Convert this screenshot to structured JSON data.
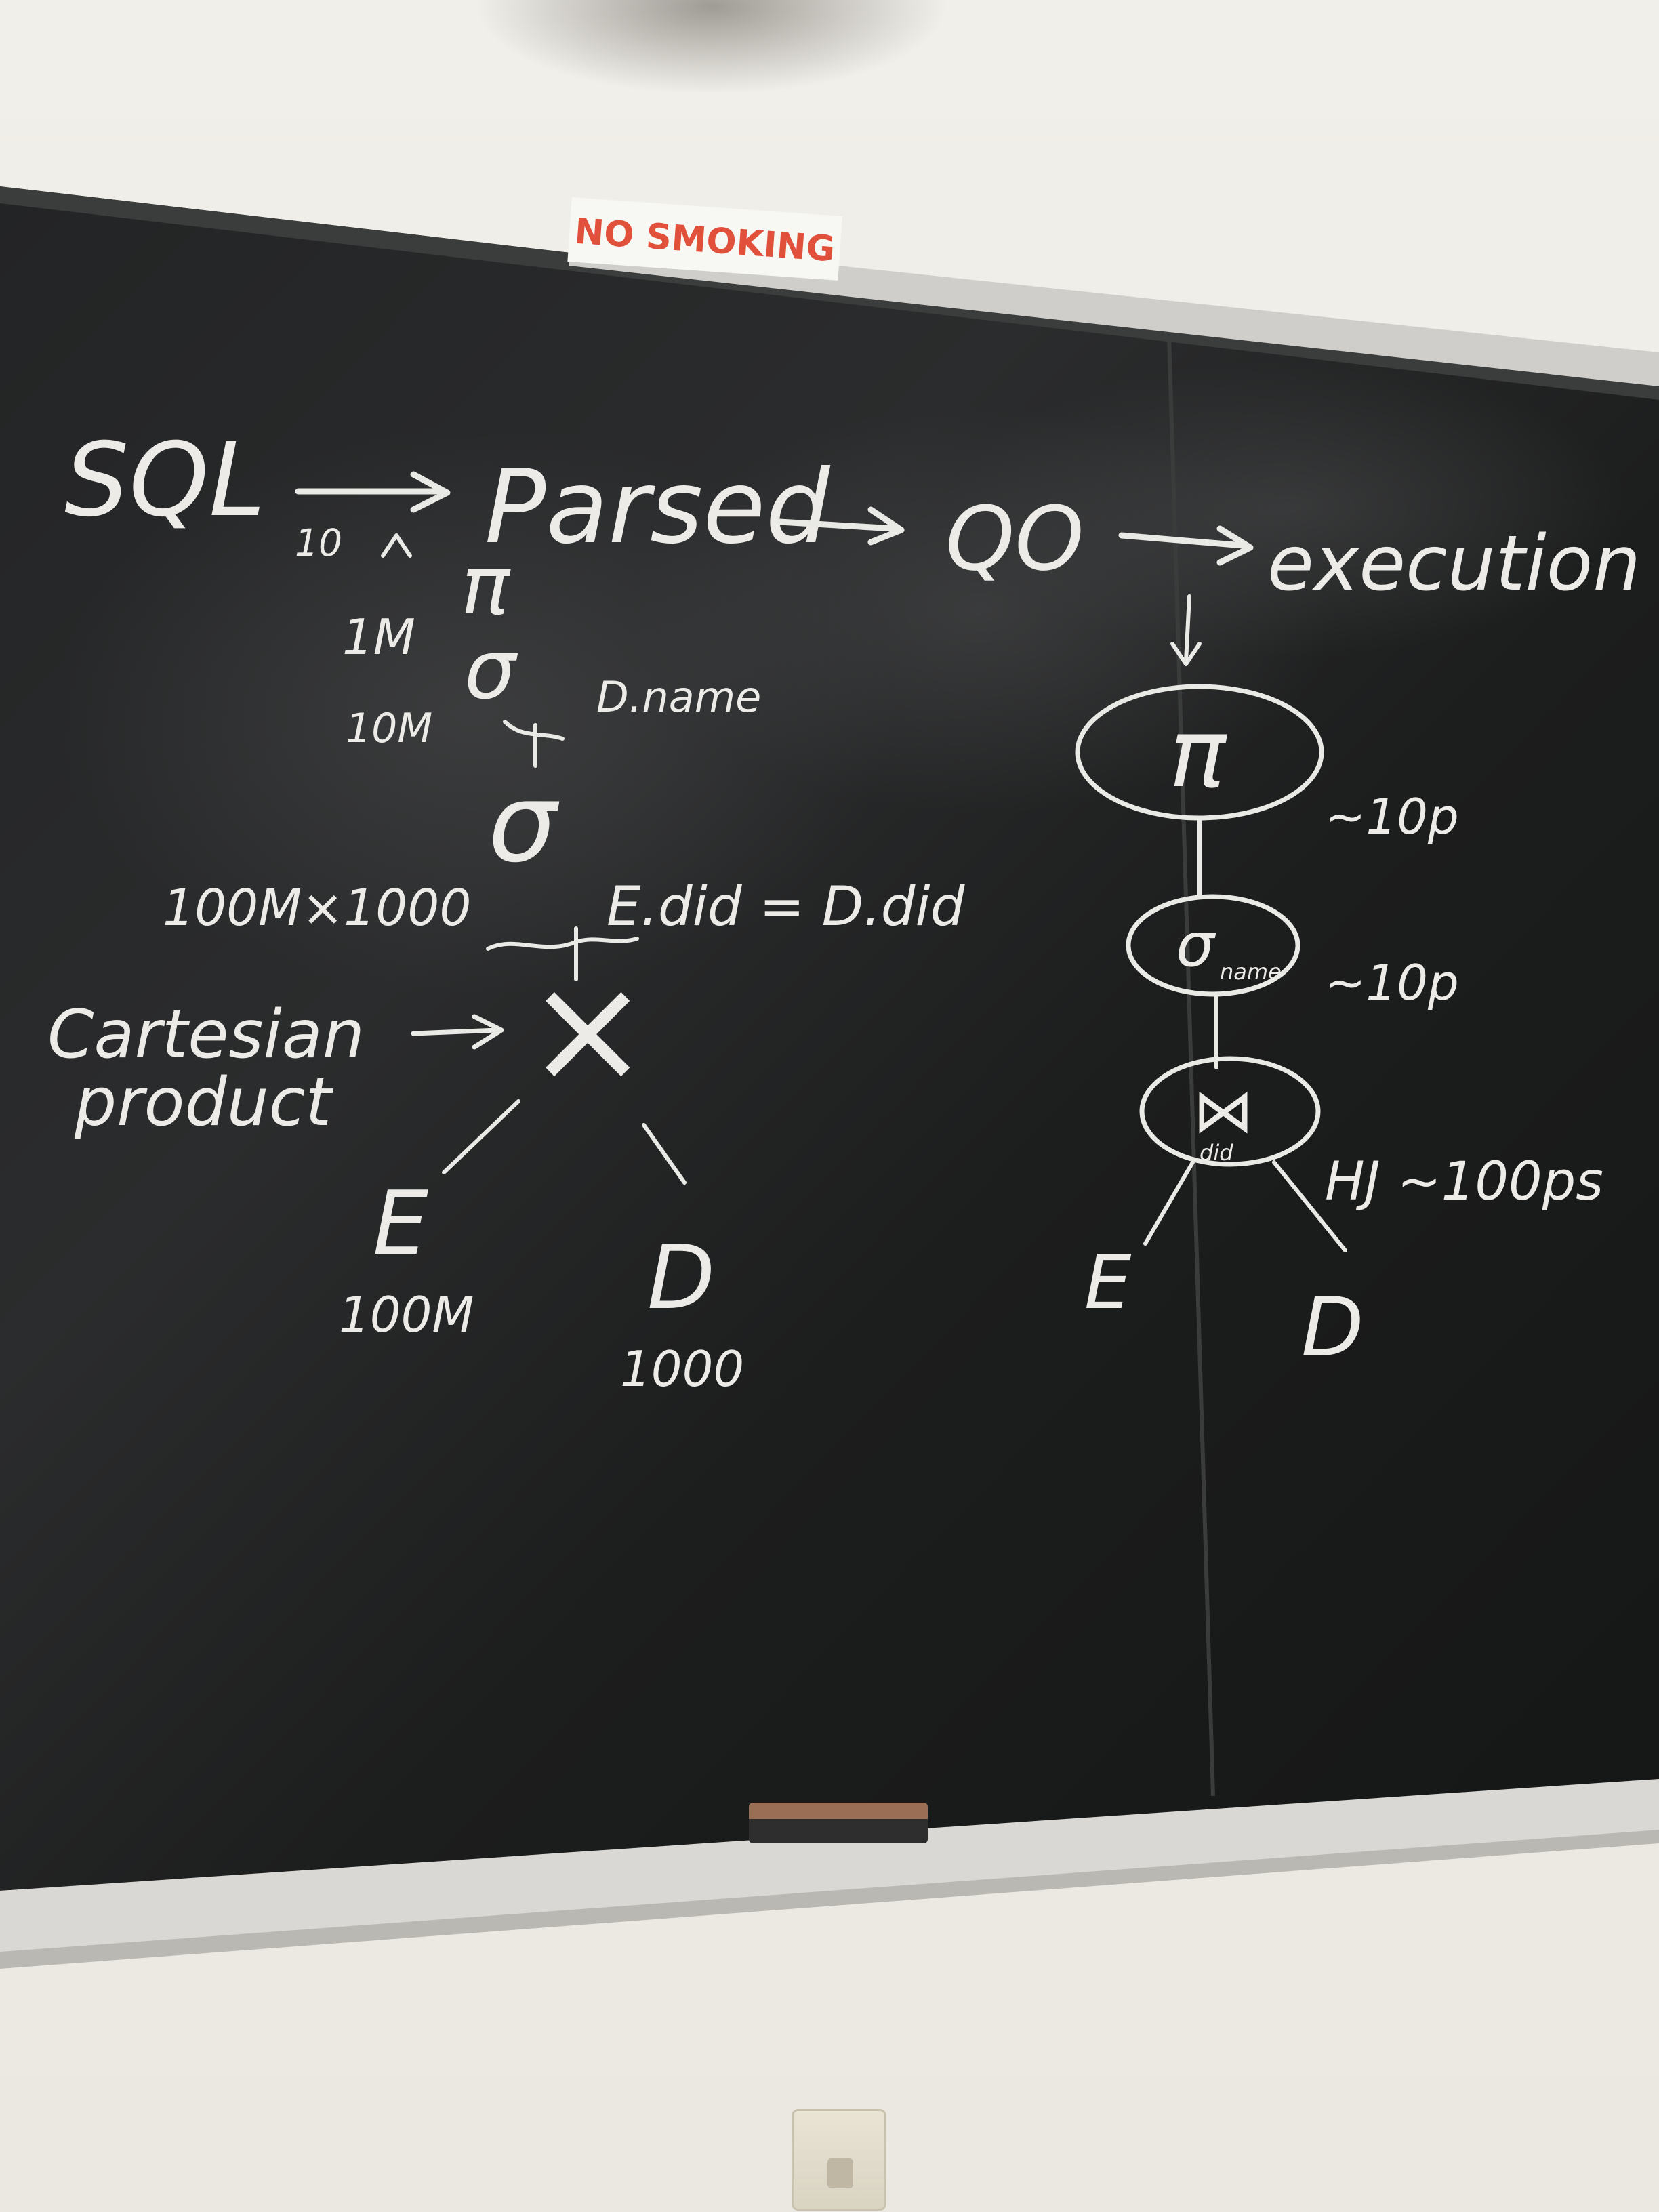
{
  "sign": {
    "text": "NO SMOKING"
  },
  "pipeline": {
    "sql": "SQL",
    "parsed": "Parsed",
    "qo": "QO",
    "execution_plan": "execution pla",
    "io_mark": "10"
  },
  "left_tree": {
    "projection_symbol": "π",
    "selection_symbol": "σ",
    "selection_1_label": "D.name",
    "selection_2_label": "E.did = D.did",
    "size_1m": "1M",
    "size_10m": "10M",
    "size_product": "100M×1000",
    "cross_symbol": "×",
    "cartesian_label_1": "Cartesian",
    "cartesian_label_2": "product",
    "leaf_e": "E",
    "leaf_d": "D",
    "size_e": "100M",
    "size_d": "1000"
  },
  "right_tree": {
    "projection_symbol": "π",
    "selection_symbol": "σ",
    "selection_sub": "name",
    "join_symbol": "⋈",
    "join_sub": "did",
    "cost_projection": "~10p",
    "cost_selection": "~10p",
    "cost_join": "HJ ~100ps",
    "leaf_e": "E",
    "leaf_d": "D"
  },
  "colors": {
    "board": "#1b1c1c",
    "chalk": "#e9e9e6",
    "sign_text": "#e0503a",
    "wall": "#efece6",
    "tray": "#d9d8d4"
  }
}
